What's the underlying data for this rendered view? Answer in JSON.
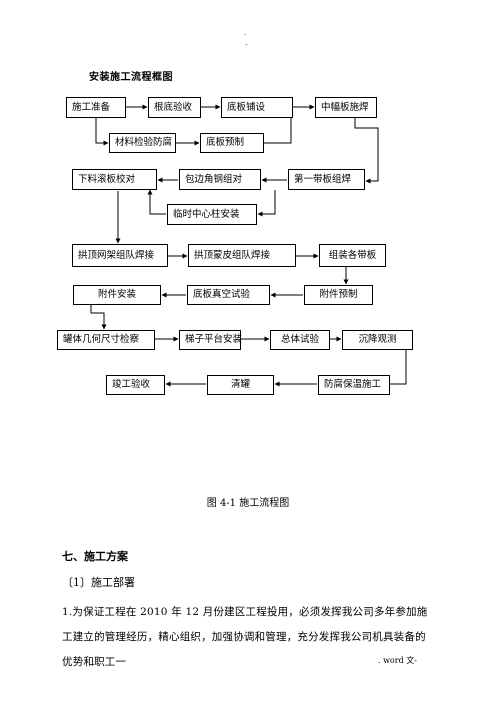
{
  "header": {
    "dot_top": ".",
    "dot_bottom": "-"
  },
  "figure": {
    "title": "安装施工流程框图",
    "caption": "图 4-1 施工流程图",
    "boxes": {
      "b1": "施工准备",
      "b2": "根底验收",
      "b3": "底板铺设",
      "b4": "中幅板施焊",
      "b5": "材料检验防腐",
      "b6": "底板预制",
      "b7": "下料滚板校对",
      "b8": "包边角钢组对",
      "b9": "第一带板组焊",
      "b10": "临时中心柱安装",
      "b11": "拱顶网架组队焊接",
      "b12": "拱顶蒙皮组队焊接",
      "b13": "组装各带板",
      "b14": "附件安装",
      "b15": "底板真空试验",
      "b16": "附件预制",
      "b17": "罐体几何尺寸检察",
      "b18": "梯子平台安装",
      "b19": "总体试验",
      "b20": "沉降观测",
      "b21": "竣工验收",
      "b22": "清罐",
      "b23": "防腐保温施工"
    }
  },
  "section": {
    "heading": "七、施工方案",
    "subheading": "〔1〕施工部署",
    "paragraph": "1.为保证工程在 2010 年 12 月份建区工程投用，必须发挥我公司多年参加施工建立的管理经历，精心组织，加强协调和管理，充分发挥我公司机具装备的优势和职工一"
  },
  "footer": {
    "left": ".",
    "right": ". word 文-"
  }
}
